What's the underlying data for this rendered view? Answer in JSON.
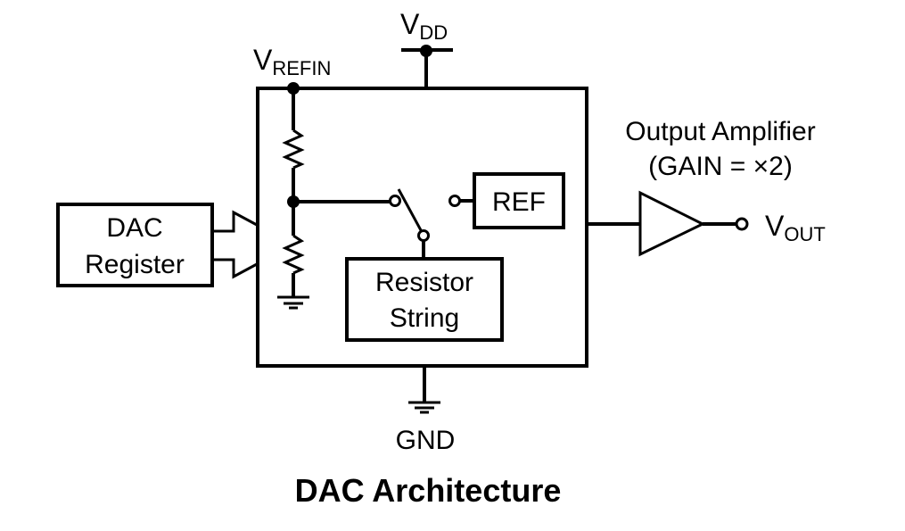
{
  "diagram": {
    "title": "DAC Architecture",
    "colors": {
      "stroke": "#000000",
      "background": "#ffffff"
    },
    "supply": {
      "main": "V",
      "sub": "DD"
    },
    "vrefin": {
      "main": "V",
      "sub": "REFIN"
    },
    "ground": {
      "label": "GND"
    },
    "dac_register": {
      "line1": "DAC",
      "line2": "Register"
    },
    "ref_block": {
      "label": "REF"
    },
    "resistor_string": {
      "line1": "Resistor",
      "line2": "String"
    },
    "amplifier": {
      "line1": "Output Amplifier",
      "line2": "(GAIN = ×2)"
    },
    "output": {
      "main": "V",
      "sub": "OUT"
    },
    "icons": [
      "resistor-icon",
      "ground-icon",
      "switch-icon",
      "amplifier-icon",
      "bus-arrow-icon",
      "node-dot-icon",
      "terminal-circle-icon"
    ]
  }
}
